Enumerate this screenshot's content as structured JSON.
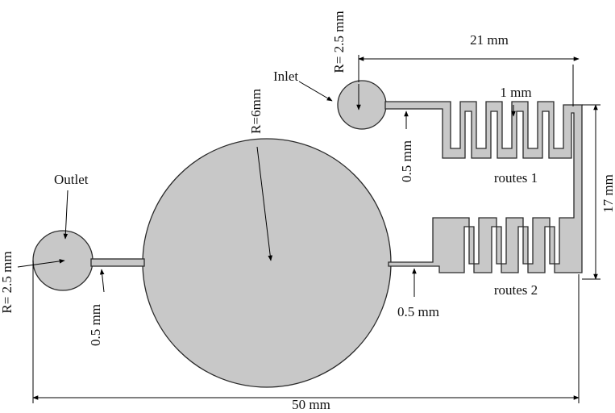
{
  "labels": {
    "inlet": "Inlet",
    "outlet": "Outlet",
    "inlet_radius": "R= 2.5 mm",
    "outlet_radius": "R= 2.5 mm",
    "chamber_radius": "R=6mm",
    "width_top": "21 mm",
    "height_right": "17 mm",
    "width_total": "50 mm",
    "channel_gap": "1 mm",
    "channel_width_inlet": "0.5 mm",
    "channel_width_outlet": "0.5 mm",
    "channel_width_bottom": "0.5 mm",
    "routes1": "routes 1",
    "routes2": "routes 2"
  },
  "colors": {
    "fill": "#c8c8c8",
    "stroke": "#2a2a2a"
  }
}
